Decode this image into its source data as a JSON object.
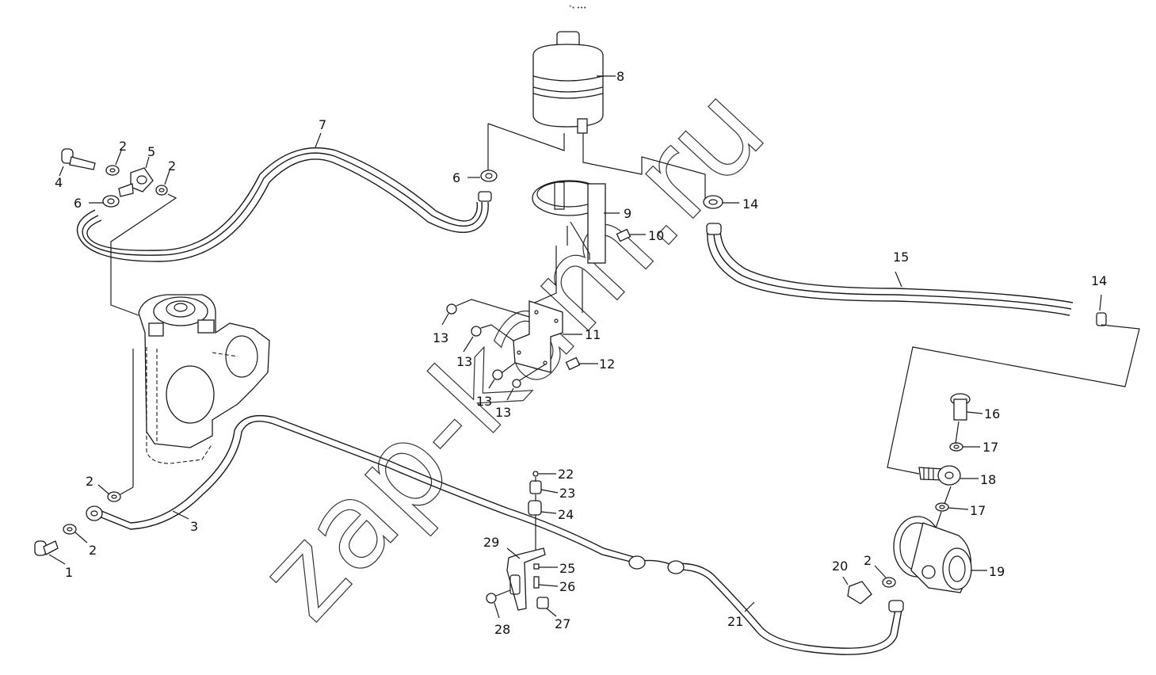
{
  "diagram": {
    "header_mark": "°• •••",
    "watermark": "zap-kam.ru",
    "callouts": [
      "1",
      "2",
      "2",
      "2",
      "2",
      "2",
      "3",
      "4",
      "5",
      "6",
      "6",
      "7",
      "8",
      "9",
      "10",
      "11",
      "12",
      "13",
      "13",
      "13",
      "13",
      "14",
      "14",
      "15",
      "16",
      "17",
      "17",
      "18",
      "19",
      "20",
      "21",
      "22",
      "23",
      "24",
      "25",
      "26",
      "27",
      "28",
      "29"
    ]
  }
}
